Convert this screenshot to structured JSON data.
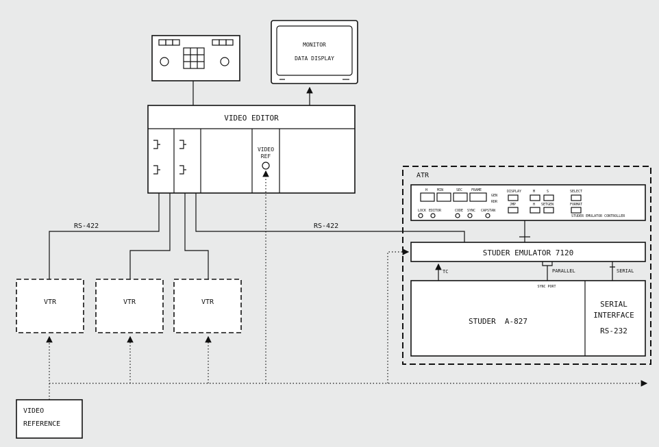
{
  "video_editor": {
    "title": "VIDEO EDITOR",
    "ref_label_1": "VIDEO",
    "ref_label_2": "REF"
  },
  "monitor": {
    "line1": "MONITOR",
    "line2": "DATA DISPLAY"
  },
  "links": {
    "rs422_left": "RS-422",
    "rs422_right": "RS-422"
  },
  "vtrs": [
    {
      "label": "VTR"
    },
    {
      "label": "VTR"
    },
    {
      "label": "VTR"
    }
  ],
  "video_reference": {
    "line1": "VIDEO",
    "line2": "REFERENCE"
  },
  "atr": {
    "title": "ATR",
    "controller": {
      "time_headers": [
        "H",
        "MIN",
        "SEC",
        "FRAME"
      ],
      "side_labels": [
        "GEN",
        "RDR"
      ],
      "buttons": [
        "DISPLAY",
        "M",
        "S",
        "SELECT",
        "JMP",
        "H",
        "SETGEN",
        "FORMAT"
      ],
      "indicators": [
        "LOCK",
        "EDITOR",
        "CODE",
        "SYNC",
        "CAPSTAN"
      ],
      "caption": "STUDER EMULATOR CONTROLLER"
    },
    "emulator": "STUDER EMULATOR 7120",
    "tc": "TC",
    "parallel": "PARALLEL",
    "serial": "SERIAL",
    "sync_port": "SYNC PORT",
    "recorder": "STUDER  A-827",
    "serial_interface_1": "SERIAL",
    "serial_interface_2": "INTERFACE",
    "serial_interface_3": "RS-232"
  }
}
